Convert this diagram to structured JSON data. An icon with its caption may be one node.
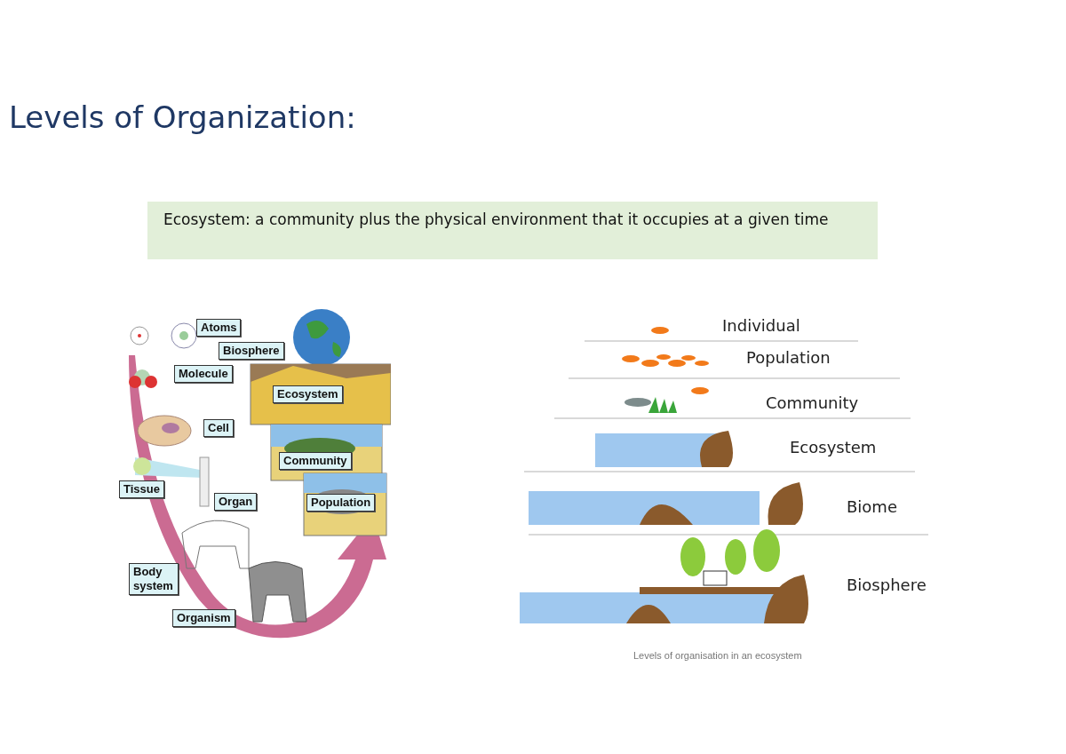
{
  "diagram": {
    "title": "Levels of Organization:",
    "nodes": [
      {
        "text": [
          "Ecosystem: a community plus the physical environment that it occupies at a given time"
        ]
      },
      {
        "text": [
          "Atoms"
        ]
      },
      {
        "text": [
          "Biosphere"
        ]
      },
      {
        "text": [
          "Molecule"
        ]
      },
      {
        "text": [
          "Ecosystem"
        ]
      },
      {
        "text": [
          "Cell"
        ]
      },
      {
        "text": [
          "Community"
        ]
      },
      {
        "text": [
          "Tissue"
        ]
      },
      {
        "text": [
          "Organ"
        ]
      },
      {
        "text": [
          "Population"
        ]
      },
      {
        "text": [
          "Body system"
        ]
      },
      {
        "text": [
          "Organism"
        ]
      }
    ],
    "labels": [
      "Individual",
      "Population",
      "Community",
      "Ecosystem",
      "Biome",
      "Biosphere",
      "Levels of organisation in an ecosystem"
    ]
  }
}
